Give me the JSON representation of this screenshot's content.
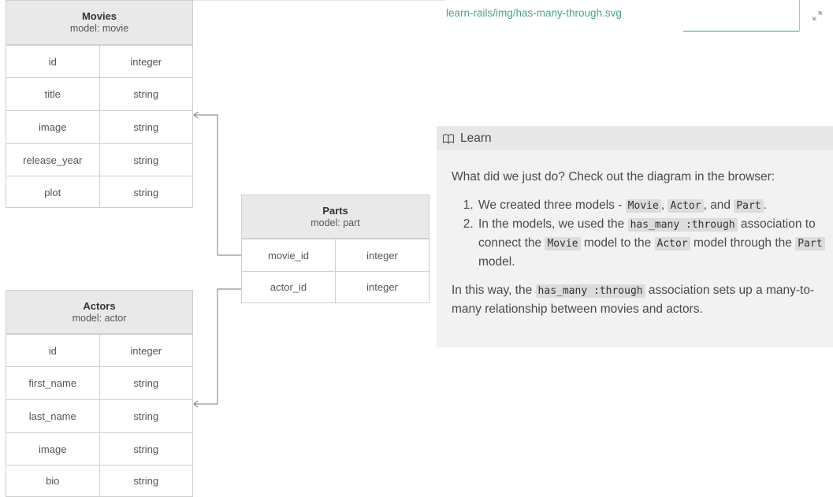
{
  "header": {
    "file_path": "learn-rails/img/has-many-through.svg",
    "expand_icon": "expand-icon"
  },
  "diagram": {
    "movies": {
      "name": "Movies",
      "model": "model: movie",
      "rows": [
        {
          "field": "id",
          "type": "integer"
        },
        {
          "field": "title",
          "type": "string"
        },
        {
          "field": "image",
          "type": "string"
        },
        {
          "field": "release_year",
          "type": "string"
        },
        {
          "field": "plot",
          "type": "string"
        }
      ]
    },
    "parts": {
      "name": "Parts",
      "model": "model: part",
      "rows": [
        {
          "field": "movie_id",
          "type": "integer"
        },
        {
          "field": "actor_id",
          "type": "integer"
        }
      ]
    },
    "actors": {
      "name": "Actors",
      "model": "model: actor",
      "rows": [
        {
          "field": "id",
          "type": "integer"
        },
        {
          "field": "first_name",
          "type": "string"
        },
        {
          "field": "last_name",
          "type": "string"
        },
        {
          "field": "image",
          "type": "string"
        },
        {
          "field": "bio",
          "type": "string"
        }
      ]
    },
    "connector_color": "#6a7d8c"
  },
  "learn": {
    "icon": "book-icon",
    "title": "Learn",
    "intro": "What did we just do? Check out the diagram in the browser:",
    "item1": {
      "text_a": "We created three models - ",
      "code_a": "Movie",
      "sep_1": ", ",
      "code_b": "Actor",
      "sep_2": ", and ",
      "code_c": "Part",
      "end": "."
    },
    "item2": {
      "text_a": "In the models, we used the ",
      "code_a": "has_many :through",
      "text_b": " association to connect the ",
      "code_b": "Movie",
      "text_c": " model to the ",
      "code_c": "Actor",
      "text_d": " model through the ",
      "code_d": "Part",
      "text_e": " model."
    },
    "outro": {
      "text_a": "In this way, the ",
      "code_a": "has_many :through",
      "text_b": " association sets up a many-to-many relationship between movies and actors."
    }
  }
}
